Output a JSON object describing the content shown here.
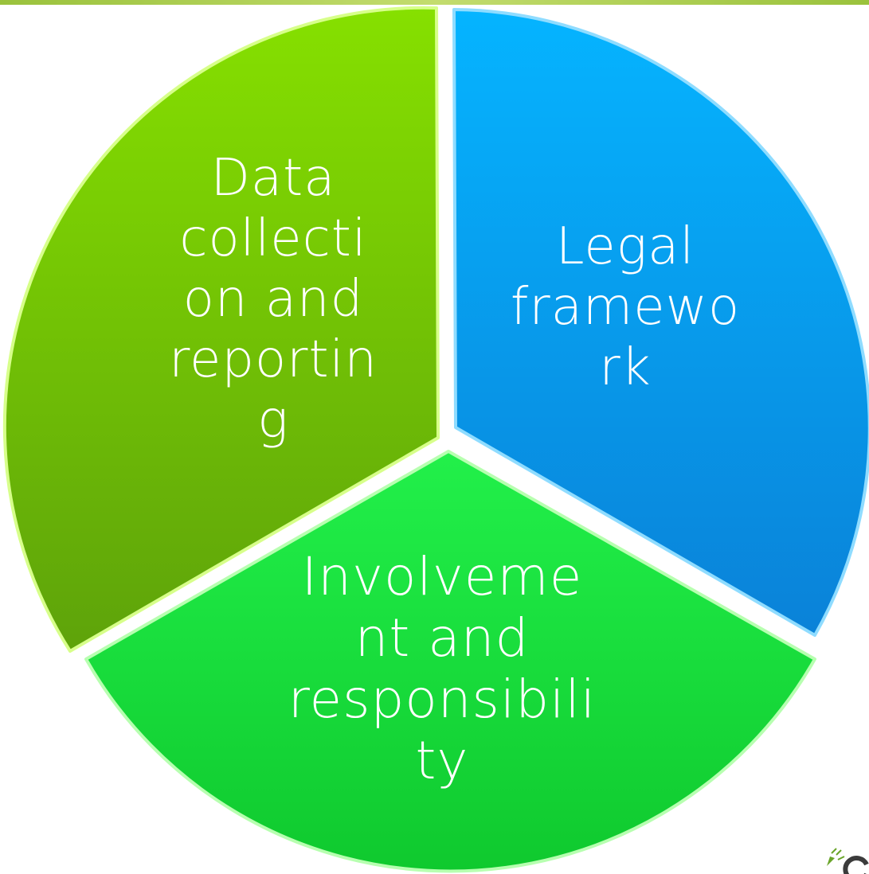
{
  "diagram": {
    "type": "segmented-cycle",
    "segments": [
      {
        "id": "legal",
        "label": "Legal\nframewo\nrk",
        "color": "#0aa6f2"
      },
      {
        "id": "involvement",
        "label": "Involveme\nnt and\nresponsibili\nty",
        "color": "#19e63c"
      },
      {
        "id": "data",
        "label": "Data\ncollecti\non and\nreportin\ng",
        "color": "#6ec40a"
      }
    ]
  },
  "colors": {
    "top_bar": "#a6c84a",
    "logo": "#6aa52a"
  }
}
